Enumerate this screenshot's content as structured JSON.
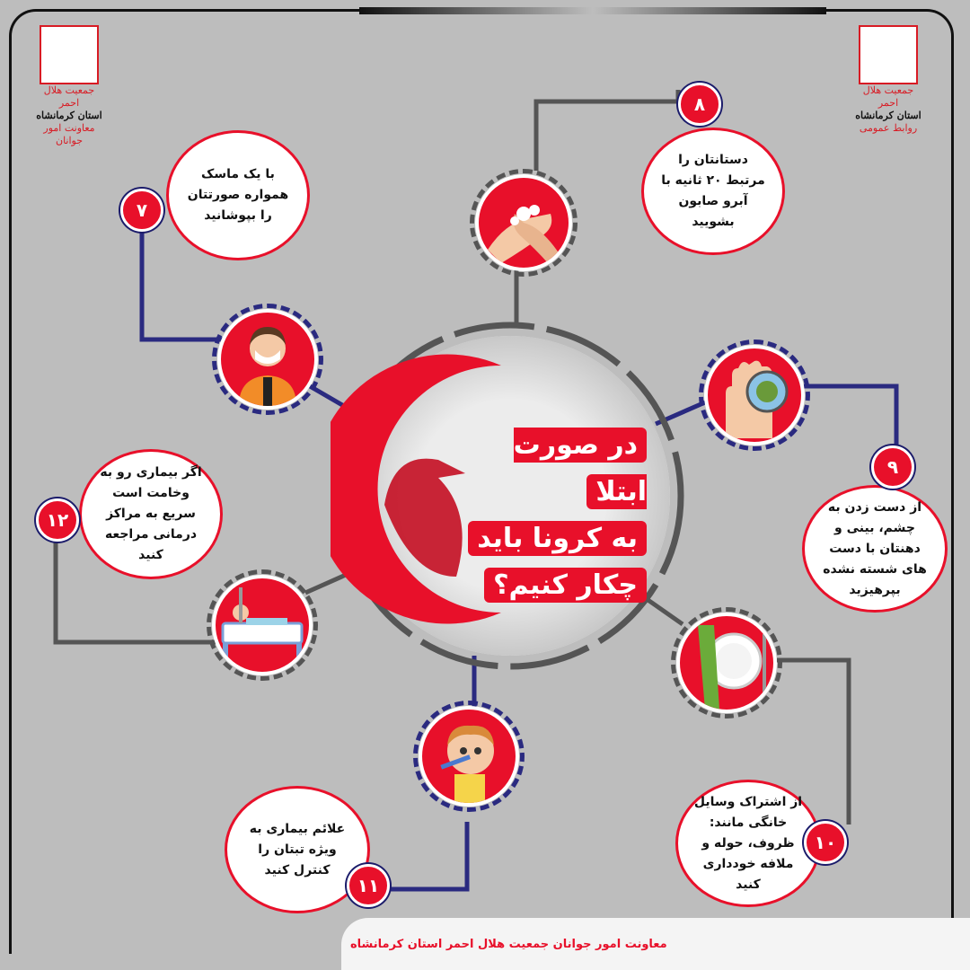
{
  "logos": {
    "left": {
      "line1": "جمعیت هلال احمر",
      "line2": "استان کرمانشاه",
      "line3": "معاونت امور جوانان"
    },
    "right": {
      "line1": "جمعیت هلال احمر",
      "line2": "استان کرمانشاه",
      "line3": "روابط عمومی"
    }
  },
  "center": {
    "line1": "در صورت ابتلا",
    "line2": "به کرونا باید",
    "line3": "چکار کنیم؟"
  },
  "tips": [
    {
      "number": "۷",
      "text": "با یک ماسک همواره صورتتان را بپوشانید"
    },
    {
      "number": "۸",
      "text": "دستانتان را مرتبط ۲۰ ثانیه با آبرو صابون بشویید"
    },
    {
      "number": "۹",
      "text": "از دست زدن به چشم، بینی و دهنتان با دست های شسته نشده بپرهیزید"
    },
    {
      "number": "۱۰",
      "text": "از اشتراک وسایل خانگی مانند: ظروف، حوله و ملافه خودداری کنید"
    },
    {
      "number": "۱۱",
      "text": "علائم بیماری به ویژه تبتان را کنترل کنید"
    },
    {
      "number": "۱۲",
      "text": "اگر بیماری رو به وخامت است سریع به مراکز درمانی مراجعه کنید"
    }
  ],
  "icons": {
    "mask": "person-with-mask-icon",
    "handwash": "hand-washing-icon",
    "virus": "virus-on-hand-icon",
    "dishes": "plate-towel-icon",
    "fever": "sick-child-thermometer-icon",
    "hospital": "hospital-bed-icon"
  },
  "footer": "معاونت امور جوانان جمعیت هلال احمر استان کرمانشاه",
  "colors": {
    "red": "#e8102a",
    "navy": "#2a2a80",
    "gray": "#bdbdbd"
  }
}
